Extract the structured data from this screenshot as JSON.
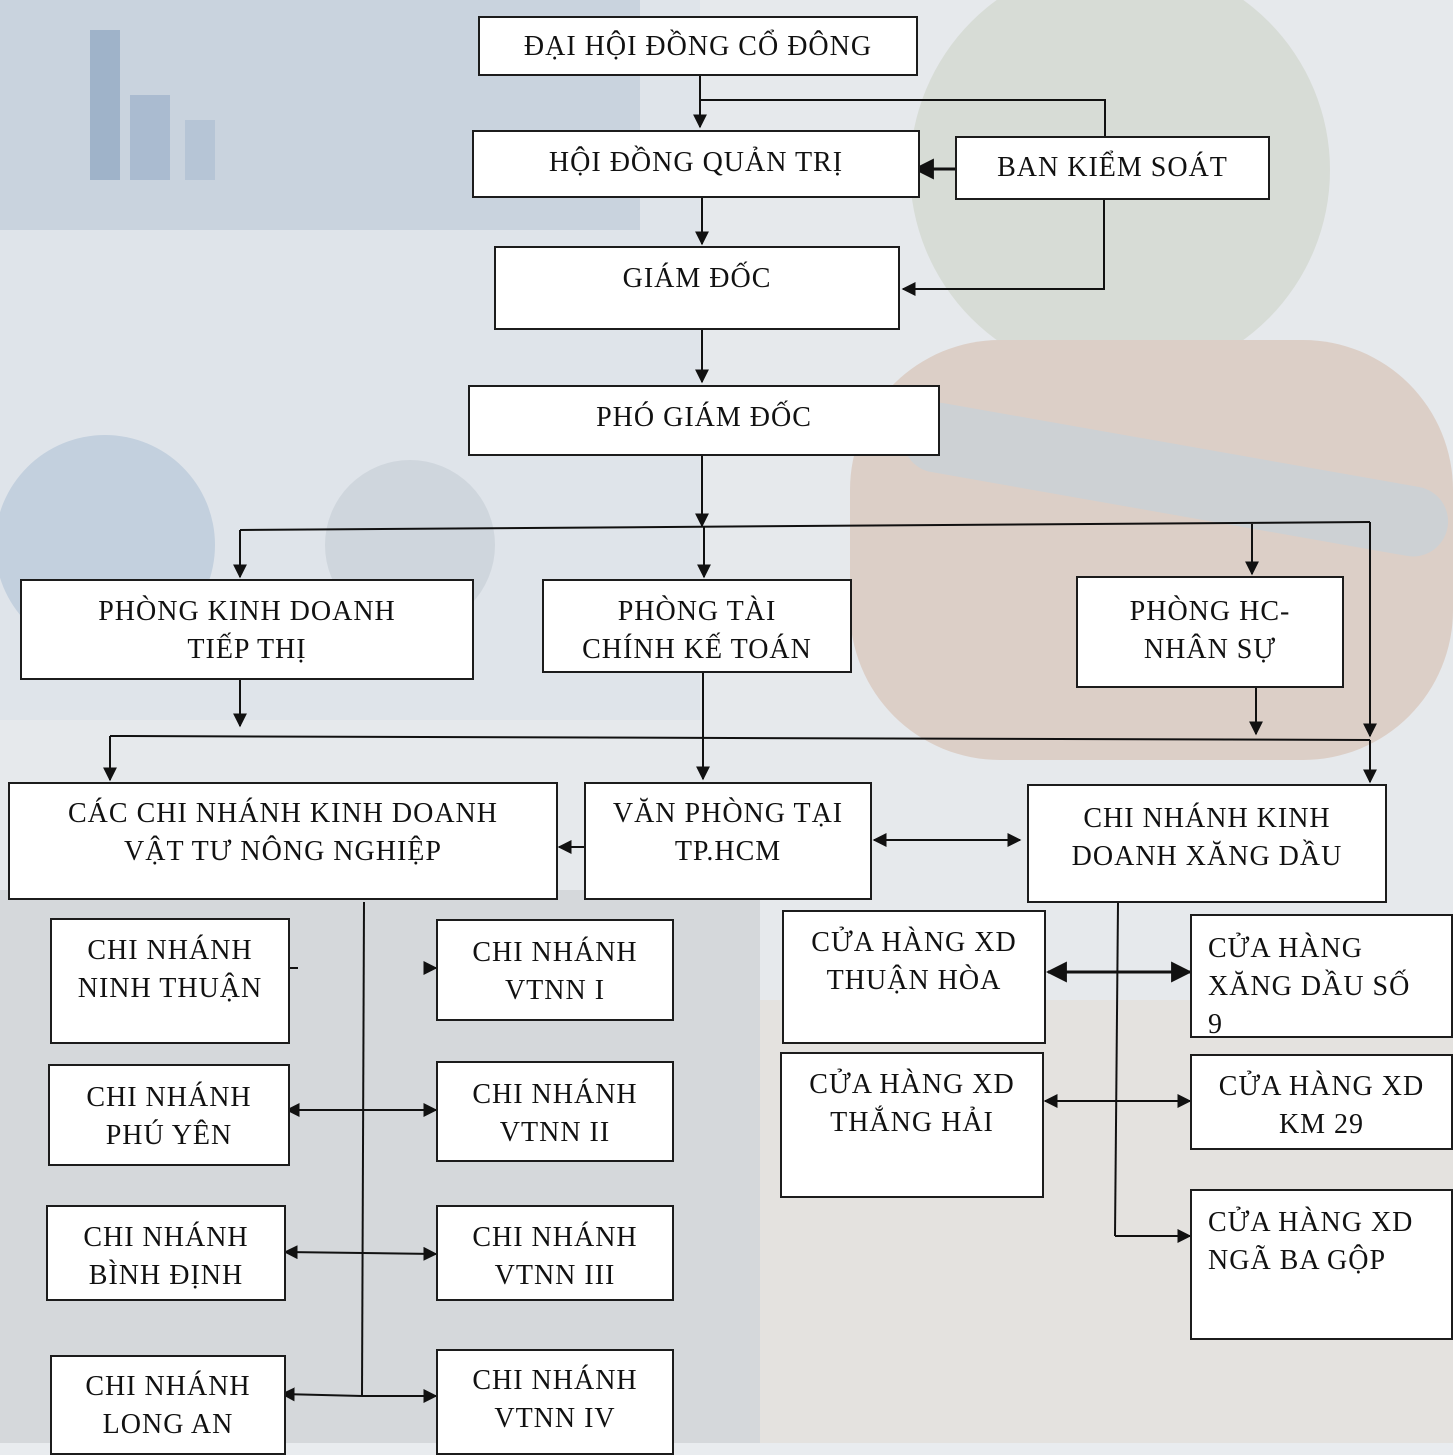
{
  "colors": {
    "box_fill": "#ffffff",
    "border": "#1c1c1c",
    "text": "#111111",
    "line": "#111111"
  },
  "org_chart": {
    "shareholders": "ĐẠI HỘI ĐỒNG CỔ ĐÔNG",
    "board": "HỘI ĐỒNG QUẢN TRỊ",
    "supervisory": "BAN KIỂM SOÁT",
    "director": "GIÁM ĐỐC",
    "deputy_director": "PHÓ GIÁM ĐỐC",
    "departments": {
      "sales_marketing": "PHÒNG KINH DOANH\nTIẾP THỊ",
      "finance_accounting": "PHÒNG TÀI\nCHÍNH KẾ TOÁN",
      "hr_admin": "PHÒNG HC-\nNHÂN SỰ"
    },
    "units": {
      "agri_branches": "CÁC CHI NHÁNH KINH DOANH\nVẬT TƯ NÔNG NGHIỆP",
      "hcm_office": "VĂN PHÒNG TẠI\nTP.HCM",
      "fuel_branch": "CHI NHÁNH KINH\nDOANH XĂNG DẦU"
    },
    "agri_left": [
      "CHI NHÁNH\nNINH THUẬN",
      "CHI NHÁNH\nPHÚ YÊN",
      "CHI NHÁNH\nBÌNH ĐỊNH",
      "CHI NHÁNH\nLONG AN"
    ],
    "agri_right": [
      "CHI NHÁNH\nVTNN I",
      "CHI NHÁNH\nVTNN II",
      "CHI NHÁNH\nVTNN III",
      "CHI NHÁNH\nVTNN IV"
    ],
    "fuel_left": [
      "CỬA HÀNG XD\nTHUẬN HÒA",
      "CỬA HÀNG XD\nTHẮNG HẢI"
    ],
    "fuel_right": [
      "CỬA HÀNG\nXĂNG DẦU SỐ\n9",
      "CỬA HÀNG XD\nKM 29",
      "CỬA HÀNG XD\nNGÃ BA GỘP"
    ]
  }
}
